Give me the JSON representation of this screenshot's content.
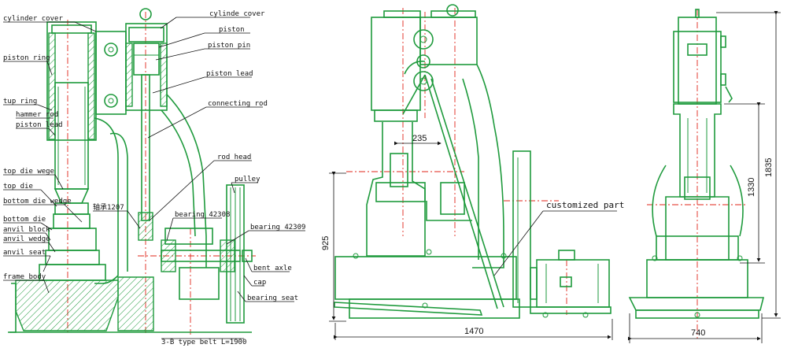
{
  "labels": {
    "cylinder_cover_left": "cylinder cover",
    "cylinde_cover_right": "cylinde cover",
    "piston": "piston",
    "piston_pin": "piston pin",
    "piston_lead_right": "piston lead",
    "piston_ring": "piston ring",
    "connecting_rod": "connecting rod",
    "tup_ring": "tup ring",
    "hammer_rod": "hammer rod",
    "piston_lead_left": "piston lead",
    "rod_head": "rod head",
    "top_die_wege": "top die wege",
    "top_die": "top die",
    "pulley": "pulley",
    "bottom_die_wedge": "bottom die wedge",
    "bearing_1207": "轴承1207",
    "bottom_die": "bottom die",
    "bearing_42308": "bearing 42308",
    "bearing_42309": "bearing 42309",
    "anvil_block": "anvil block",
    "anvil_wedge": "anvil wedge",
    "anvil_seat": "anvil seat",
    "bent_axle": "bent axle",
    "frame_body": "frame body",
    "cap": "cap",
    "bearing_seat": "bearing seat",
    "belt": "3-B type belt L=1900",
    "customized_part": "customized part"
  },
  "dimensions": {
    "d235": "235",
    "d925": "925",
    "d1470": "1470",
    "d1330": "1330",
    "d1835": "1835",
    "d740": "740"
  },
  "colors": {
    "outline": "#1e9a3c",
    "centerline": "#e0261a",
    "text": "#111111"
  }
}
